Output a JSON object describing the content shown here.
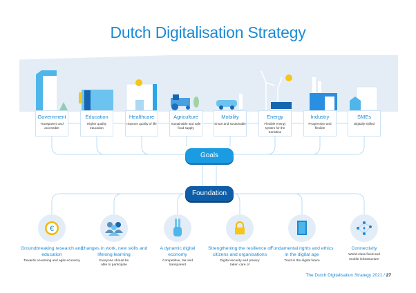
{
  "title": "Dutch Digitalisation Strategy",
  "goals_label": "Goals",
  "foundation_label": "Foundation",
  "goals": [
    {
      "title": "Government",
      "desc": "Transparent and accessible"
    },
    {
      "title": "Education",
      "desc": "Higher quality education"
    },
    {
      "title": "Healthcare",
      "desc": "Improve quality of life"
    },
    {
      "title": "Agriculture",
      "desc": "Sustainable and safe food supply"
    },
    {
      "title": "Mobility",
      "desc": "Smart and sustainable"
    },
    {
      "title": "Energy",
      "desc": "Flexible energy system for the transition"
    },
    {
      "title": "Industry",
      "desc": "Progressive and flexible"
    },
    {
      "title": "SMEs",
      "desc": "Digitally skilled"
    }
  ],
  "foundation": [
    {
      "title": "Groundbreaking research and education",
      "desc": "Towards a learning and agile economy",
      "icon": "euro-icon"
    },
    {
      "title": "Changes in work, new skills and lifelong learning",
      "desc": "Everyone should be able to participate",
      "icon": "people-icon"
    },
    {
      "title": "A dynamic digital economy",
      "desc": "Competitive, fair and transparent",
      "icon": "victory-hand-icon"
    },
    {
      "title": "Strengthening the resilience of citizens and organisations",
      "desc": "Digital security and privacy taken care of",
      "icon": "lock-icon"
    },
    {
      "title": "Fundamental rights and ethics in the digital age",
      "desc": "Trust in the digital future",
      "icon": "book-icon"
    },
    {
      "title": "Connectivity",
      "desc": "World-class fixed and mobile infrastructure",
      "icon": "network-icon"
    }
  ],
  "footer": {
    "text": "The Dutch Digitalisation Strategy 2021",
    "sep": "/",
    "page": "27"
  }
}
